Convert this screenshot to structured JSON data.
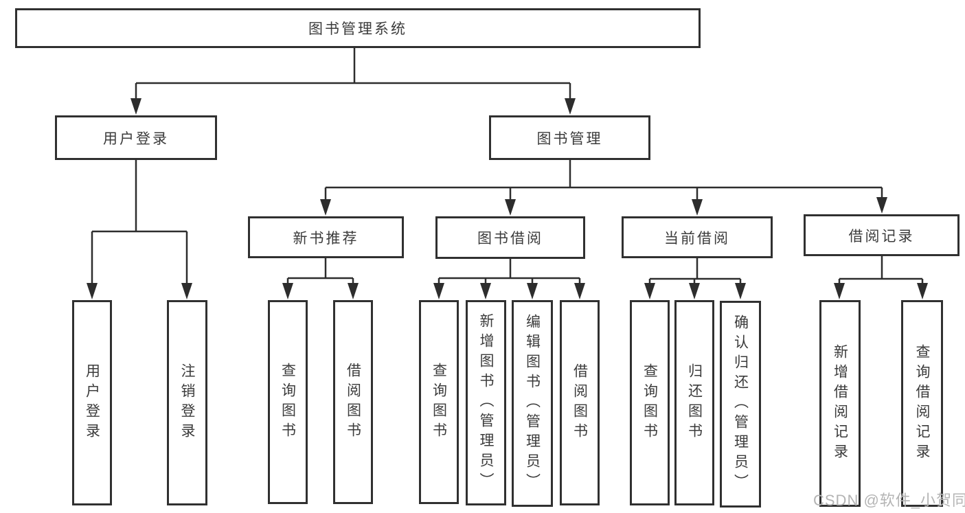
{
  "diagram_title": "图书管理系统",
  "nodes": {
    "root": "图书管理系统",
    "user_login": "用户登录",
    "book_mgmt": "图书管理",
    "new_book_rec": "新书推荐",
    "book_borrowing": "图书借阅",
    "current_borrowing": "当前借阅",
    "borrowing_records": "借阅记录",
    "leaf_user_login": "用户登录",
    "leaf_logout": "注销登录",
    "leaf_nbr_query_books": "查询图书",
    "leaf_nbr_borrow_books": "借阅图书",
    "leaf_bb_query_books": "查询图书",
    "leaf_bb_add_books": "新增图书（管理员）",
    "leaf_bb_edit_books": "编辑图书（管理员）",
    "leaf_bb_borrow_books": "借阅图书",
    "leaf_cb_query_books": "查询图书",
    "leaf_cb_return_books": "归还图书",
    "leaf_cb_confirm_return": "确认归还（管理员）",
    "leaf_br_add_record": "新增借阅记录",
    "leaf_br_query_record": "查询借阅记录"
  },
  "colors": {
    "line": "#2d2d2d",
    "box_border": "#303030",
    "text": "#3b3b3b",
    "watermark": "#b4b4b4"
  },
  "watermark": "CSDN @软件_小贺同学"
}
